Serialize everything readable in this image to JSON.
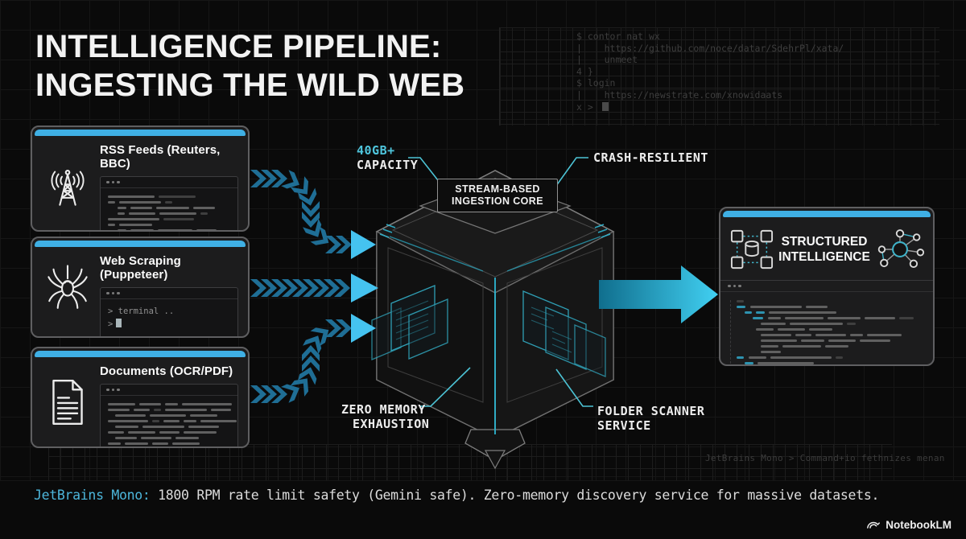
{
  "title": {
    "line1": "INTELLIGENCE PIPELINE:",
    "line2": "INGESTING THE WILD WEB"
  },
  "ghost_terminal": {
    "lines": [
      "$ contor nat wx",
      "|    https://github.com/noce/datar/SdehrPl/xata/",
      "|    unmeet",
      "4 }",
      "$ login",
      "|    https://newstrate.com/xnowidaats",
      "x > "
    ]
  },
  "sources": [
    {
      "title": "RSS Feeds (Reuters, BBC)",
      "icon": "radio-tower-icon"
    },
    {
      "title": "Web Scraping (Puppeteer)",
      "icon": "spider-icon",
      "terminal": {
        "line1": "> terminal ..",
        "prompt": ">"
      }
    },
    {
      "title": "Documents (OCR/PDF)",
      "icon": "document-icon"
    }
  ],
  "core": {
    "label_line1": "STREAM-BASED",
    "label_line2": "INGESTION CORE",
    "callouts": {
      "capacity_highlight": "40GB+",
      "capacity_rest": "CAPACITY",
      "crash": "CRASH-RESILIENT",
      "memory_line1": "ZERO MEMORY",
      "memory_line2": "EXHAUSTION",
      "folder_line1": "FOLDER SCANNER",
      "folder_line2": "SERVICE"
    }
  },
  "output": {
    "title_line1": "STRUCTURED",
    "title_line2": "INTELLIGENCE"
  },
  "ghost_note": "JetBrains Mono > Command+io fethnizes menan",
  "footer": {
    "highlight": "JetBrains Mono:",
    "text": " 1800 RPM rate limit safety (Gemini safe). Zero-memory discovery service for massive datasets."
  },
  "brand": "NotebookLM",
  "colors": {
    "accent": "#3fafe4",
    "callout_line": "#4cc3d5",
    "arrow_from": "#1f6e95",
    "arrow_to": "#47c4f0",
    "big_arrow_from": "#0f6d8c",
    "big_arrow_to": "#41d0f2",
    "cube_edge": "#8a8a8a",
    "cube_accent": "#2db7d2",
    "ghost_text": "#3e3e3e"
  },
  "bars": {
    "rss": [
      [
        [
          58,
          "g"
        ],
        [
          5,
          "x"
        ],
        [
          46,
          "d"
        ]
      ],
      [
        [
          9,
          "g"
        ],
        [
          5,
          "x"
        ],
        [
          52,
          "g"
        ],
        [
          5,
          "x"
        ],
        [
          9,
          "d"
        ]
      ],
      [
        [
          12,
          "x"
        ],
        [
          11,
          "g"
        ],
        [
          5,
          "x"
        ],
        [
          27,
          "g"
        ],
        [
          5,
          "x"
        ],
        [
          41,
          "g"
        ],
        [
          5,
          "x"
        ],
        [
          27,
          "g"
        ]
      ],
      [
        [
          12,
          "x"
        ],
        [
          9,
          "g"
        ],
        [
          5,
          "x"
        ],
        [
          33,
          "g"
        ],
        [
          5,
          "x"
        ],
        [
          46,
          "g"
        ],
        [
          5,
          "x"
        ],
        [
          9,
          "d"
        ]
      ],
      [
        [
          64,
          "g"
        ],
        [
          5,
          "x"
        ],
        [
          38,
          "d"
        ]
      ],
      [
        [
          9,
          "g"
        ],
        [
          5,
          "x"
        ],
        [
          41,
          "g"
        ]
      ],
      [
        [
          12,
          "x"
        ],
        [
          11,
          "g"
        ],
        [
          5,
          "x"
        ],
        [
          29,
          "g"
        ],
        [
          5,
          "x"
        ],
        [
          43,
          "g"
        ],
        [
          5,
          "x"
        ],
        [
          25,
          "g"
        ]
      ],
      [
        [
          12,
          "x"
        ],
        [
          9,
          "g"
        ],
        [
          5,
          "x"
        ],
        [
          31,
          "g"
        ]
      ]
    ],
    "docs": [
      [
        [
          34,
          "g"
        ],
        [
          5,
          "x"
        ],
        [
          27,
          "g"
        ],
        [
          5,
          "x"
        ],
        [
          16,
          "g"
        ],
        [
          5,
          "x"
        ],
        [
          62,
          "g"
        ]
      ],
      [
        [
          27,
          "g"
        ],
        [
          5,
          "x"
        ],
        [
          20,
          "g"
        ],
        [
          5,
          "x"
        ],
        [
          9,
          "d"
        ],
        [
          5,
          "x"
        ],
        [
          52,
          "g"
        ],
        [
          5,
          "x"
        ],
        [
          25,
          "g"
        ]
      ],
      [
        [
          9,
          "x"
        ],
        [
          38,
          "g"
        ],
        [
          5,
          "x"
        ],
        [
          45,
          "g"
        ],
        [
          5,
          "x"
        ],
        [
          34,
          "g"
        ]
      ],
      [
        [
          50,
          "g"
        ],
        [
          5,
          "x"
        ],
        [
          9,
          "d"
        ],
        [
          5,
          "x"
        ],
        [
          20,
          "g"
        ],
        [
          5,
          "x"
        ],
        [
          16,
          "g"
        ],
        [
          5,
          "x"
        ],
        [
          45,
          "g"
        ]
      ],
      [
        [
          9,
          "x"
        ],
        [
          29,
          "g"
        ],
        [
          5,
          "x"
        ],
        [
          52,
          "g"
        ],
        [
          5,
          "x"
        ],
        [
          38,
          "g"
        ]
      ],
      [
        [
          20,
          "g"
        ],
        [
          5,
          "x"
        ],
        [
          34,
          "g"
        ],
        [
          5,
          "x"
        ],
        [
          25,
          "g"
        ],
        [
          5,
          "x"
        ],
        [
          41,
          "g"
        ]
      ],
      [
        [
          9,
          "x"
        ],
        [
          27,
          "g"
        ],
        [
          5,
          "x"
        ],
        [
          38,
          "g"
        ],
        [
          5,
          "x"
        ],
        [
          29,
          "g"
        ]
      ],
      [
        [
          16,
          "g"
        ],
        [
          5,
          "x"
        ],
        [
          29,
          "g"
        ],
        [
          5,
          "x"
        ],
        [
          20,
          "g"
        ],
        [
          5,
          "x"
        ],
        [
          34,
          "g"
        ]
      ],
      [
        [
          9,
          "x"
        ],
        [
          25,
          "g"
        ],
        [
          5,
          "x"
        ],
        [
          31,
          "g"
        ]
      ]
    ],
    "out": [
      [
        [
          9,
          "d"
        ]
      ],
      [
        [
          11,
          "c"
        ],
        [
          6,
          "x"
        ],
        [
          64,
          "g"
        ],
        [
          5,
          "x"
        ],
        [
          27,
          "g"
        ]
      ],
      [
        [
          10,
          "x"
        ],
        [
          9,
          "c"
        ],
        [
          5,
          "x"
        ],
        [
          11,
          "c"
        ],
        [
          5,
          "x"
        ],
        [
          84,
          "g"
        ]
      ],
      [
        [
          20,
          "x"
        ],
        [
          13,
          "c"
        ],
        [
          6,
          "x"
        ],
        [
          16,
          "g"
        ],
        [
          5,
          "x"
        ],
        [
          48,
          "g"
        ],
        [
          5,
          "x"
        ],
        [
          41,
          "g"
        ],
        [
          5,
          "x"
        ],
        [
          38,
          "g"
        ],
        [
          5,
          "x"
        ],
        [
          18,
          "d"
        ]
      ],
      [
        [
          30,
          "x"
        ],
        [
          31,
          "g"
        ],
        [
          5,
          "x"
        ],
        [
          66,
          "g"
        ],
        [
          5,
          "x"
        ],
        [
          11,
          "d"
        ]
      ],
      [
        [
          24,
          "x"
        ],
        [
          22,
          "g"
        ],
        [
          5,
          "x"
        ],
        [
          34,
          "g"
        ],
        [
          5,
          "x"
        ],
        [
          29,
          "g"
        ]
      ],
      [
        [
          30,
          "x"
        ],
        [
          38,
          "g"
        ],
        [
          5,
          "x"
        ],
        [
          20,
          "g"
        ],
        [
          5,
          "x"
        ],
        [
          38,
          "g"
        ],
        [
          5,
          "x"
        ],
        [
          16,
          "g"
        ],
        [
          5,
          "x"
        ],
        [
          43,
          "g"
        ]
      ],
      [
        [
          30,
          "x"
        ],
        [
          45,
          "g"
        ],
        [
          5,
          "x"
        ],
        [
          29,
          "g"
        ],
        [
          5,
          "x"
        ],
        [
          34,
          "g"
        ],
        [
          5,
          "x"
        ],
        [
          38,
          "g"
        ]
      ],
      [
        [
          30,
          "x"
        ],
        [
          22,
          "g"
        ],
        [
          5,
          "x"
        ],
        [
          48,
          "g"
        ],
        [
          5,
          "x"
        ],
        [
          29,
          "g"
        ]
      ],
      [
        [
          30,
          "x"
        ],
        [
          25,
          "g"
        ]
      ],
      [
        [
          9,
          "c"
        ],
        [
          6,
          "x"
        ],
        [
          22,
          "g"
        ],
        [
          5,
          "x"
        ],
        [
          76,
          "g"
        ],
        [
          5,
          "x"
        ],
        [
          9,
          "d"
        ]
      ],
      [
        [
          10,
          "x"
        ],
        [
          11,
          "c"
        ],
        [
          5,
          "x"
        ],
        [
          70,
          "g"
        ]
      ],
      [
        [
          20,
          "x"
        ],
        [
          13,
          "c"
        ],
        [
          6,
          "x"
        ],
        [
          16,
          "g"
        ],
        [
          5,
          "x"
        ],
        [
          52,
          "g"
        ],
        [
          5,
          "x"
        ],
        [
          45,
          "g"
        ],
        [
          5,
          "x"
        ],
        [
          25,
          "g"
        ]
      ]
    ]
  }
}
